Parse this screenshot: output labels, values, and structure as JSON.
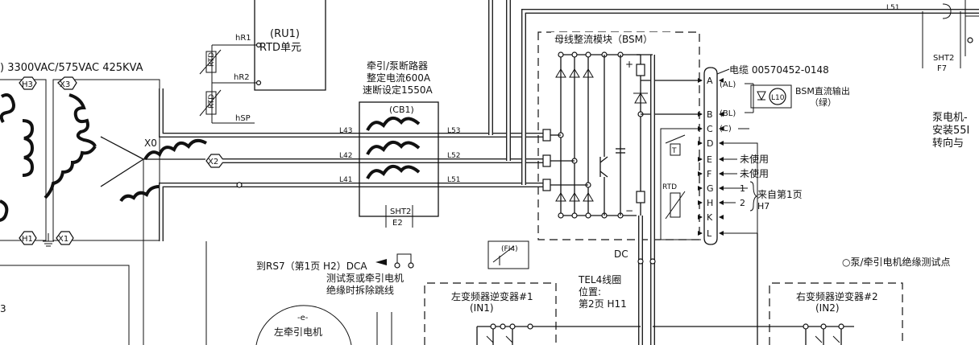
{
  "ru1": {
    "tag": "(RU1)",
    "name": "RTD单元"
  },
  "rtd_lines": {
    "hr1": "hR1",
    "hr2": "hR2",
    "hsp": "hSP",
    "rtd": "RTD"
  },
  "transformer": {
    "rating": ") 3300VAC/575VAC 425KVA",
    "x3": "X3",
    "h3": "H3",
    "x0": "X0",
    "x2": "X2",
    "h1": "H1",
    "x1": "X1"
  },
  "breaker": {
    "title1": "牵引/泵断路器",
    "title2": "整定电流600A",
    "title3": "速断设定1550A",
    "tag": "(CB1)",
    "l43": "L43",
    "l42": "L42",
    "l41": "L41",
    "l53": "L53",
    "l52": "L52",
    "l51": "L51",
    "sht_top": "SHT2",
    "sht_bot": "E2"
  },
  "top_right": {
    "l51": "L51",
    "sht": "SHT2",
    "ref": "F7"
  },
  "bsm": {
    "title": "母线整流模块（BSM）",
    "dc": "DC"
  },
  "cable": {
    "label": "电缆 00570452-0148",
    "pins": [
      "A",
      "B",
      "C",
      "D",
      "E",
      "F",
      "G",
      "H",
      "K",
      "L"
    ],
    "al": "(AL)",
    "bl": "(BL)",
    "c": "(C)",
    "e_note": "未使用",
    "f_note": "未使用",
    "g_num": "1",
    "h_num": "2",
    "from1": "来自第1页",
    "from2": "H7",
    "t": "T",
    "rtd": "RTD"
  },
  "lamp": {
    "tag": "L10",
    "label": "BSM直流输出",
    "color": "（绿）"
  },
  "pump_note": [
    "泵电机-",
    "安装55I",
    "转向与"
  ],
  "rs7": {
    "line1": "到RS7（第1页 H2）DCA",
    "line2": "测试泵或牵引电机",
    "line3": "绝缘时拆除跳线"
  },
  "fl4": "(FI4)",
  "tel4": [
    "TEL4线圈",
    "位置:",
    "第2页 H11"
  ],
  "insulation": "○泵/牵引电机绝缘测试点",
  "inverter1": {
    "name": "左变频器逆变器#1",
    "tag": "(IN1)"
  },
  "inverter2": {
    "name": "右变频器逆变器#2",
    "tag": "(IN2)"
  },
  "motor": {
    "label": "左牵引电机",
    "tag": "-e-"
  },
  "left_3": "3"
}
